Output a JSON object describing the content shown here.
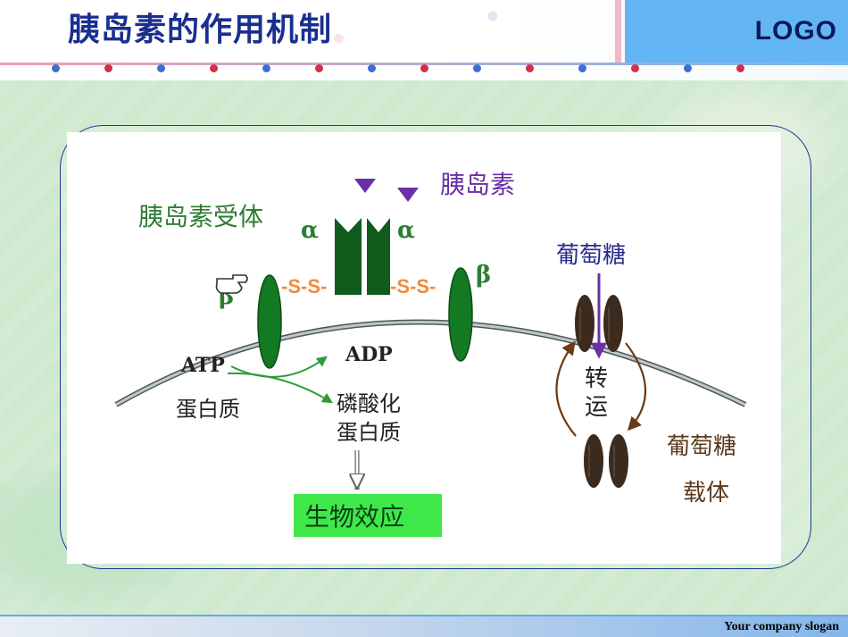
{
  "header": {
    "title": "胰岛素的作用机制",
    "logo": "LOGO"
  },
  "footer": {
    "slogan": "Your company slogan"
  },
  "diagram": {
    "insulin_label": "胰岛素",
    "receptor_label": "胰岛素受体",
    "alpha_left": "α",
    "alpha_right": "α",
    "beta_left": "β",
    "beta_right": "β",
    "disulfide_left": "-S-S-",
    "disulfide_right": "-S-S-",
    "atp": "ATP",
    "adp": "ADP",
    "protein": "蛋白质",
    "phospho_line1": "磷酸化",
    "phospho_line2": "蛋白质",
    "bio_effect": "生物效应",
    "glucose_top": "葡萄糖",
    "transport_line1": "转",
    "transport_line2": "运",
    "glucose_carrier_line1": "葡萄糖",
    "glucose_carrier_line2": "载体"
  },
  "colors": {
    "title": "#1a2f8f",
    "logo_bg": "#63b6f3",
    "receptor_green": "#1f6e1f",
    "insulin_purple": "#6b2fa8",
    "disulfide_orange": "#f08a3c",
    "carrier_brown": "#3b2a1e",
    "effect_box": "#3ee84a"
  }
}
